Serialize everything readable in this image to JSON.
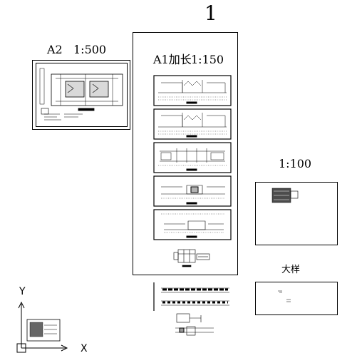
{
  "sheet_number": "1",
  "a2_label": "A2",
  "a2_scale": "1:500",
  "a1_label": "A1加长",
  "a1_scale": "1:150",
  "scale_100": "1:100",
  "detail_label": "大样",
  "axis_y": "Y",
  "axis_x": "X",
  "line_color": "#000000",
  "background_color": "#ffffff"
}
